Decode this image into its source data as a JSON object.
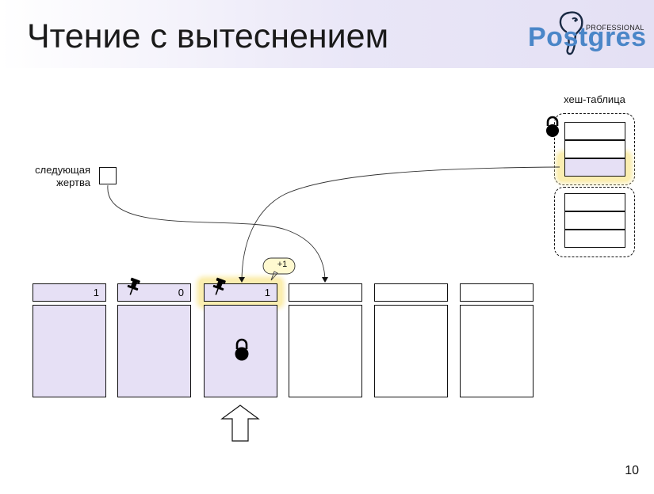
{
  "slide": {
    "title": "Чтение с вытеснением",
    "page_number": "10"
  },
  "logo": {
    "word": "Postgres",
    "sub": "PROFESSIONAL"
  },
  "diagram": {
    "victim_label": "следующая\nжертва",
    "hash_label": "хеш-таблица",
    "pin_increment": "+1",
    "buffers": [
      {
        "count": "1",
        "pinned": false,
        "used": true,
        "locked": false
      },
      {
        "count": "0",
        "pinned": true,
        "used": true,
        "locked": false
      },
      {
        "count": "1",
        "pinned": true,
        "used": true,
        "locked": true,
        "highlighted": true
      },
      {
        "count": "",
        "pinned": false,
        "used": false,
        "locked": false
      },
      {
        "count": "",
        "pinned": false,
        "used": false,
        "locked": false
      },
      {
        "count": "",
        "pinned": false,
        "used": false,
        "locked": false
      }
    ],
    "colors": {
      "buffer_used": "#e6e0f5",
      "highlight": "#fbeeb1",
      "logo_blue": "#4a86c8"
    }
  }
}
